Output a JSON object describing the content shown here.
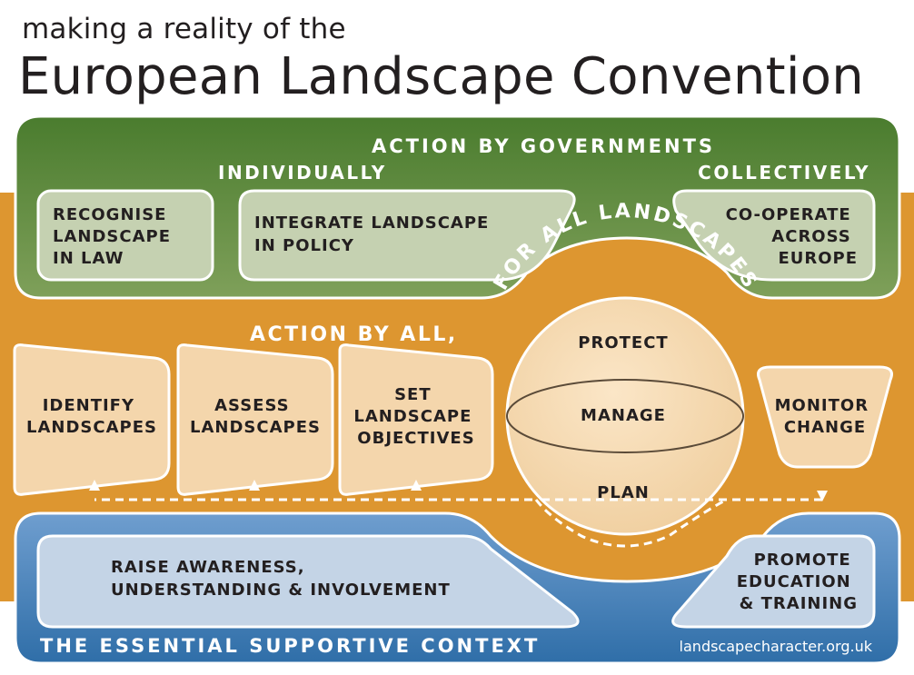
{
  "header": {
    "subtitle": "making a reality of the",
    "title": "European Landscape Convention"
  },
  "governments": {
    "heading": "ACTION BY GOVERNMENTS",
    "individually": "INDIVIDUALLY",
    "collectively": "COLLECTIVELY",
    "recognise": [
      "RECOGNISE",
      "LANDSCAPE",
      "IN LAW"
    ],
    "integrate": [
      "INTEGRATE LANDSCAPE",
      "IN POLICY"
    ],
    "cooperate": [
      "CO-OPERATE",
      "ACROSS",
      "EUROPE"
    ]
  },
  "all": {
    "action_by_all": "ACTION BY ALL,",
    "for_all": "FOR ALL LANDSCAPES",
    "identify": [
      "IDENTIFY",
      "LANDSCAPES"
    ],
    "assess": [
      "ASSESS",
      "LANDSCAPES"
    ],
    "set": [
      "SET",
      "LANDSCAPE",
      "OBJECTIVES"
    ],
    "protect": "PROTECT",
    "manage": "MANAGE",
    "plan": "PLAN",
    "monitor": [
      "MONITOR",
      "CHANGE"
    ]
  },
  "supportive": {
    "raise": [
      "RAISE AWARENESS,",
      "UNDERSTANDING & INVOLVEMENT"
    ],
    "promote": [
      "PROMOTE",
      "EDUCATION",
      "& TRAINING"
    ],
    "heading": "THE ESSENTIAL SUPPORTIVE CONTEXT",
    "url": "landscapecharacter.org.uk"
  },
  "colors": {
    "green": "#5f8a3a",
    "green_box": "#c5d1b1",
    "orange": "#dd9630",
    "orange_box": "#f4d6ac",
    "blue": "#3e7db6",
    "blue_box": "#c4d4e6",
    "text_dark": "#231f20"
  }
}
